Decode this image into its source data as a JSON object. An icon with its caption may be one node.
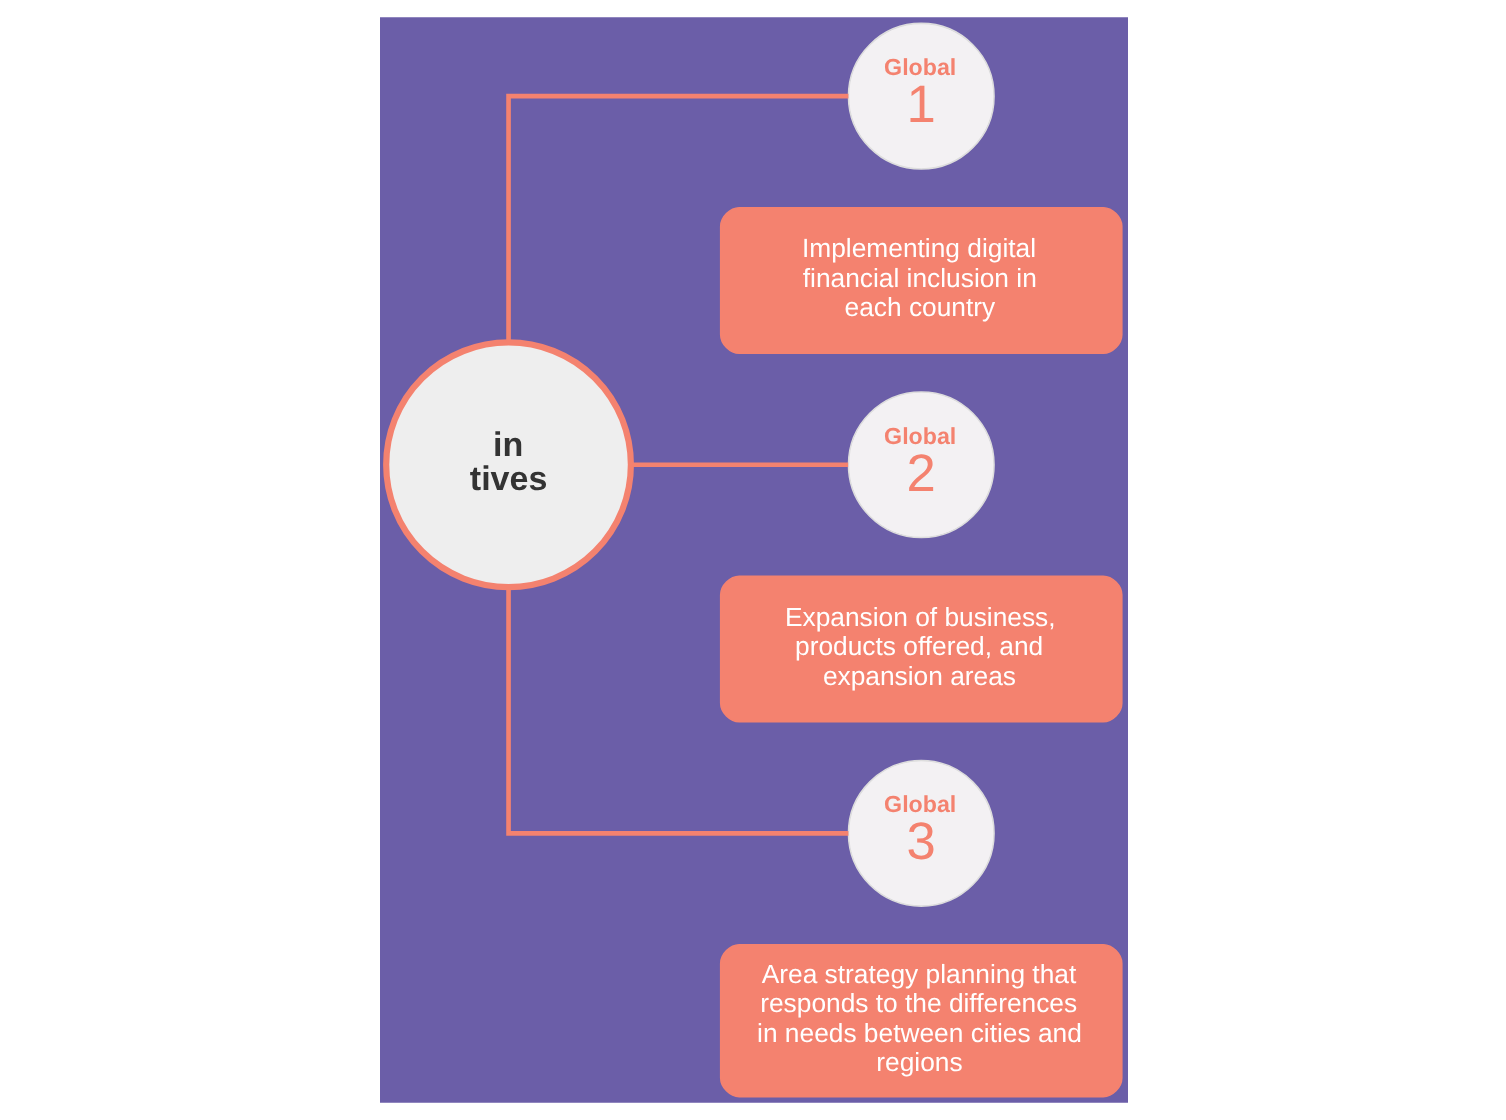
{
  "diagram": {
    "nodes": [
      {
        "text": [
          "in tives"
        ]
      },
      {
        "text": [
          "Global",
          "1"
        ]
      },
      {
        "text": [
          "Implementing digital financial inclusion in each country"
        ]
      },
      {
        "text": [
          "Global",
          "2"
        ]
      },
      {
        "text": [
          "Expansion of business, products offered, and expansion areas"
        ]
      },
      {
        "text": [
          "Global",
          "3"
        ]
      },
      {
        "text": [
          "Area strategy planning that responds to the differences in needs between cities and regions"
        ]
      }
    ],
    "edges": [
      {
        "from": 0,
        "to": 1,
        "arrow": "none"
      },
      {
        "from": 0,
        "to": 3,
        "arrow": "none"
      },
      {
        "from": 0,
        "to": 5,
        "arrow": "none"
      }
    ]
  }
}
